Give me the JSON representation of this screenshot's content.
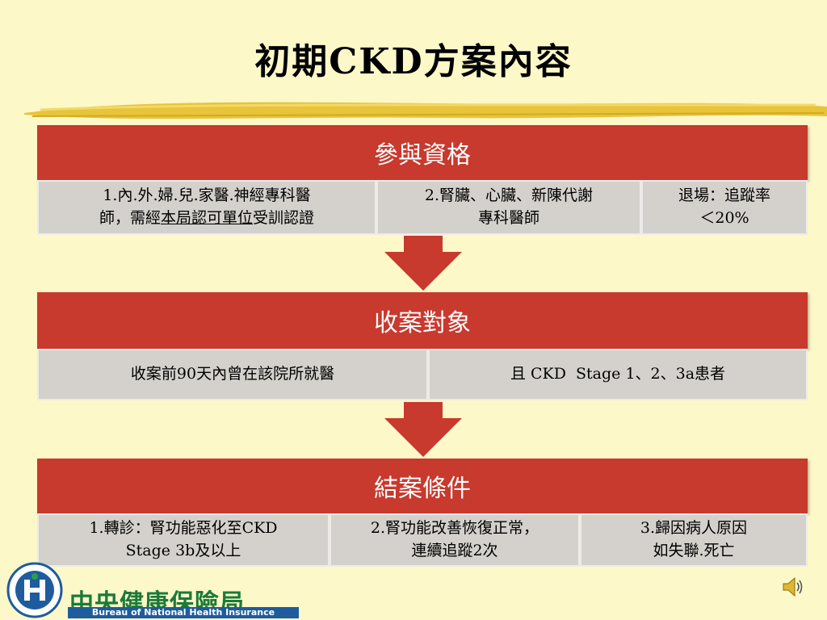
{
  "slide": {
    "title": "初期CKD方案內容"
  },
  "section1": {
    "header": "參與資格",
    "cells": [
      {
        "line1": "1.內.外.婦.兒.家醫.神經專科醫",
        "line2_pre": "師，需經",
        "line2_ul": "本局認可單位",
        "line2_post": "受訓認證"
      },
      {
        "line1": "2.腎臟、心臟、新陳代謝",
        "line2": "專科醫師"
      },
      {
        "line1": "退場：追蹤率",
        "line2": "＜20%"
      }
    ]
  },
  "section2": {
    "header": "收案對象",
    "cells": [
      {
        "text": "收案前90天內曾在該院所就醫"
      },
      {
        "text": "且 CKD  Stage 1、2、3a患者"
      }
    ]
  },
  "section3": {
    "header": "結案條件",
    "cells": [
      {
        "line1": "1.轉診：腎功能惡化至CKD",
        "line2": "Stage 3b及以上"
      },
      {
        "line1": "2.腎功能改善恢復正常，",
        "line2": "連續追蹤2次"
      },
      {
        "line1": "3.歸因病人原因",
        "line2": "如失聯.死亡"
      }
    ]
  },
  "footer": {
    "org_cn": "中央健康保險局",
    "org_en": "Bureau of National Health Insurance"
  },
  "colors": {
    "background": "#fcf8c8",
    "band": "#c8392e",
    "cell": "#d4d1cc",
    "brush": "#e8c43a"
  },
  "icons": [
    "nhi-logo-icon",
    "speaker-icon",
    "down-arrow-icon"
  ]
}
